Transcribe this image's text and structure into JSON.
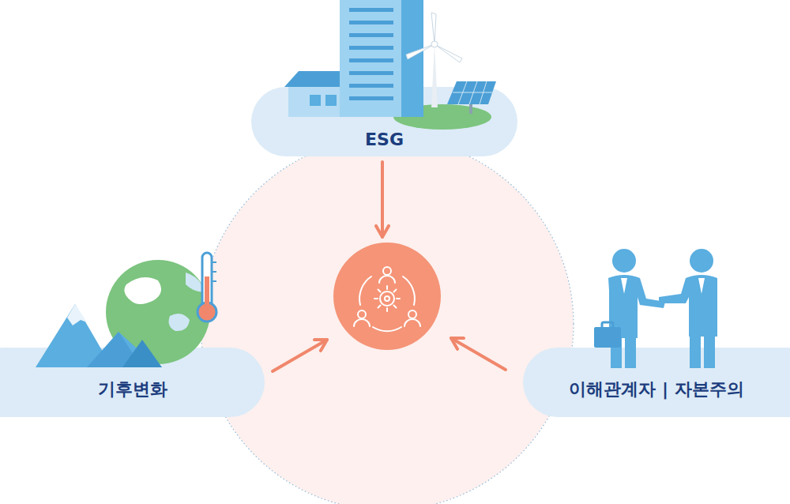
{
  "diagram": {
    "nodes": [
      {
        "text": [
          "ESG"
        ]
      },
      {
        "text": [
          "기후변화"
        ]
      },
      {
        "text": [
          "이해관계자 | 자본주의"
        ]
      }
    ]
  }
}
